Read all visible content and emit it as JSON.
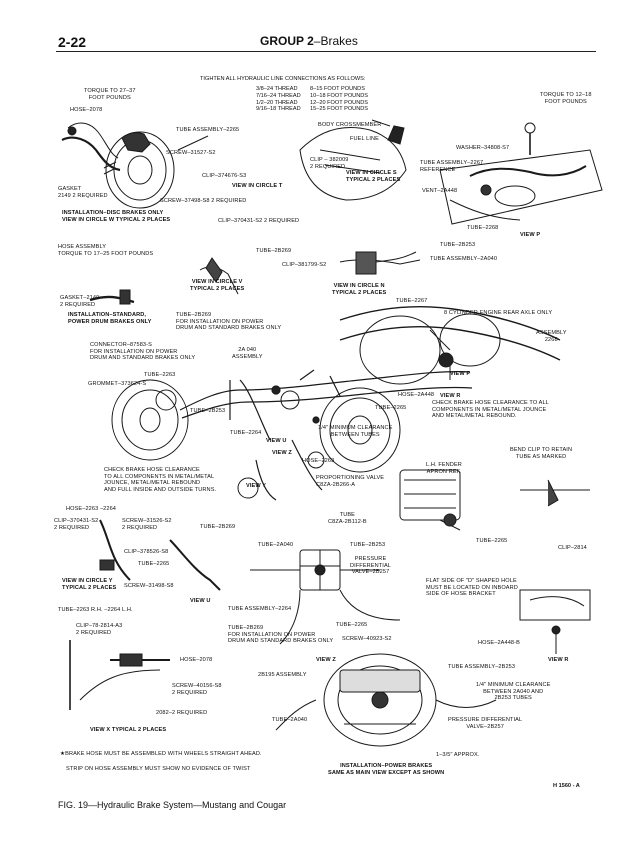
{
  "header": {
    "page_number": "2-22",
    "group": "GROUP 2",
    "group_suffix": "–Brakes"
  },
  "torque_table": {
    "title": "TIGHTEN ALL HYDRAULIC LINE CONNECTIONS AS FOLLOWS:",
    "rows": [
      {
        "thread": "3/8–24 THREAD",
        "torque": "8–15 FOOT POUNDS"
      },
      {
        "thread": "7/16–24 THREAD",
        "torque": "10–18 FOOT POUNDS"
      },
      {
        "thread": "1/2–20 THREAD",
        "torque": "12–20 FOOT POUNDS"
      },
      {
        "thread": "9/16–18 THREAD",
        "torque": "15–25 FOOT POUNDS"
      }
    ]
  },
  "labels": {
    "torque_27_37": "TORQUE TO 27–37\nFOOT POUNDS",
    "hose_2078_top": "HOSE–2078",
    "gasket_2149_top": "GASKET\n2149 2 REQUIRED",
    "tube_assembly_2265_top": "TUBE ASSEMBLY–2265",
    "screw_31527": "SCREW–31527-S2",
    "clip_374676": "CLIP–374676-S3",
    "view_circle_t": "VIEW IN CIRCLE T",
    "screw_37498": "SCREW–37498-S8 2 REQUIRED",
    "installation_disc": "INSTALLATION–DISC BRAKES ONLY\nVIEW IN CIRCLE W TYPICAL 2 PLACES",
    "body_crossmember": "BODY CROSSMEMBER",
    "fuel_line": "FUEL LINE",
    "clip_382009": "CLIP – 382009\n2 REQUIRED",
    "view_circle_s": "VIEW IN CIRCLE S\nTYPICAL 2 PLACES",
    "torque_12_18": "TORQUE TO 12–18\nFOOT POUNDS",
    "washer_34808": "WASHER–34808-S7",
    "tube_assembly_2267_ref": "TUBE ASSEMBLY–2267\nREFERENCE",
    "vent_2a448": "VENT–2A448",
    "tube_2268": "TUBE–2268",
    "view_p": "VIEW P",
    "clip_370431_top": "CLIP–370431-S2 2 REQUIRED",
    "hose_assembly": "HOSE ASSEMBLY\nTORQUE TO 17–25 FOOT POUNDS",
    "tube_2b269_top": "TUBE–2B269",
    "clip_381799": "CLIP–381799-S2",
    "tube_2b253_top": "TUBE–2B253",
    "tube_assembly_2a040_top": "TUBE ASSEMBLY–2A040",
    "view_circle_v": "VIEW IN CIRCLE V\nTYPICAL 2 PLACES",
    "view_circle_n": "VIEW IN CIRCLE N\nTYPICAL 2 PLACES",
    "gasket_2149_mid": "GASKET–2149\n2 REQUIRED",
    "installation_standard": "INSTALLATION–STANDARD,\nPOWER DRUM BRAKES ONLY",
    "tube_2b269_mid": "TUBE–2B269\nFOR INSTALLATION ON POWER\nDRUM AND STANDARD BRAKES ONLY",
    "tube_2267": "TUBE–2267",
    "eight_cyl": "8 CYLINDER ENGINE REAR AXLE ONLY",
    "assembly_2268": "ASSEMBLY\n2268",
    "connector_87583": "CONNECTOR–87583-S\nFOR INSTALLATION ON POWER\nDRUM AND STANDARD BRAKES ONLY",
    "tube_2a040_assy": "2A 040\nASSEMBLY",
    "tube_2263": "TUBE–2263",
    "grommet_373624": "GROMMET–373624-S",
    "view_p_mid": "VIEW P",
    "hose_2a448": "HOSE–2A448",
    "view_r_mid": "VIEW R",
    "tube_2265_mid": "TUBE–2265",
    "check_hose_right": "CHECK BRAKE HOSE CLEARANCE TO ALL\nCOMPONENTS IN METAL/METAL JOUNCE\nAND METAL/METAL REBOUND.",
    "tube_2b253_mid": "TUBE–2B253",
    "tube_2264_mid": "TUBE–2264",
    "view_u_mid": "VIEW U",
    "min_clearance_mid": "1/4\" MINIMUM CLEARANCE\nBETWEEN TUBES",
    "view_z_mid": "VIEW Z",
    "hose_2263": "HOSE–2263",
    "check_hose_left": "CHECK BRAKE HOSE CLEARANCE\nTO ALL COMPONENTS IN METAL/METAL\nJOUNCE, METAL/METAL REBOUND\nAND FULL INSIDE AND OUTSIDE TURNS.",
    "view_y": "VIEW Y",
    "proportioning_valve": "PROPORTIONING VALVE\nC8ZA-2B266-A",
    "lh_fender": "L.H. FENDER\nAPRON REF.",
    "bend_clip": "BEND CLIP TO RETAIN\nTUBE AS MARKED",
    "hose_2263_2264": "HOSE–2263 –2264",
    "clip_370431_low": "CLIP–370431-S2\n2 REQUIRED",
    "screw_31526": "SCREW–31526-S2\n2 REQUIRED",
    "tube_2b269_low": "TUBE–2B269",
    "tube_c8za": "TUBE\nC8ZA-2B112-B",
    "tube_2265_low": "TUBE–2265",
    "clip_2814": "CLIP–2814",
    "clip_378526": "CLIP–378526-S8",
    "tube_2265_y": "TUBE–2265",
    "view_circle_y": "VIEW IN CIRCLE Y\nTYPICAL 2 PLACES",
    "screw_31498": "SCREW–31498-S8",
    "view_u_low": "VIEW U",
    "tube_2263_rh": "TUBE–2263 R.H. –2264 L.H.",
    "tube_2a040_low": "TUBE–2A040",
    "tube_2b253_low": "TUBE–2B253",
    "pressure_diff_top": "PRESSURE\nDIFFERENTIAL\nVALVE–2B257",
    "flat_side": "FLAT SIDE OF \"D\" SHAPED HOLE\nMUST BE LOCATED ON INBOARD\nSIDE OF HOSE BRACKET",
    "tube_assembly_2264": "TUBE ASSEMBLY–2264",
    "clip_78_2814": "CLIP–78-2814-A3\n2 REQUIRED",
    "tube_2b269_bot": "TUBE–2B269\nFOR INSTALLATION ON POWER\nDRUM AND STANDARD BRAKES ONLY",
    "tube_2265_bot": "TUBE–2265",
    "screw_40923": "SCREW–40923-S2",
    "hose_2a448_b": "HOSE–2A448-B",
    "view_r_low": "VIEW R",
    "hose_2078_low": "HOSE–2078",
    "view_z_low": "VIEW Z",
    "tube_assembly_2b253": "TUBE ASSEMBLY–2B253",
    "assembly_2b195": "2B195 ASSEMBLY",
    "min_clearance_low": "1/4\" MINIMUM CLEARANCE\nBETWEEN 2A040 AND\n2B253 TUBES",
    "screw_40156": "SCREW–40156-S8\n2 REQUIRED",
    "required_2082": "2082–2 REQUIRED",
    "view_x": "VIEW X TYPICAL 2 PLACES",
    "tube_2a040_bot": "TUBE–2A040",
    "pressure_diff_bot": "PRESSURE DIFFERENTIAL\nVALVE–2B257",
    "approx": "1–3/5\" APPROX.",
    "brake_hose_note": "★BRAKE HOSE MUST BE ASSEMBLED WITH WHEELS STRAIGHT AHEAD.",
    "strip_note": "STRIP ON HOSE ASSEMBLY MUST SHOW NO EVIDENCE OF TWIST",
    "installation_power": "INSTALLATION–POWER BRAKES\nSAME AS MAIN VIEW EXCEPT AS SHOWN"
  },
  "figure": {
    "number": "FIG. 19",
    "caption": "—Hydraulic Brake System—Mustang and Cougar",
    "code": "H 1560 - A"
  }
}
